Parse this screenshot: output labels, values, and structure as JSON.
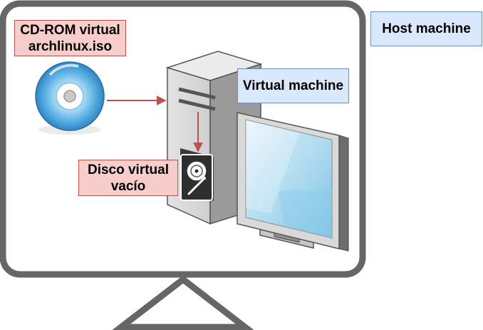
{
  "labels": {
    "host_machine": "Host machine",
    "virtual_machine": "Virtual machine",
    "cdrom": "CD-ROM virtual\narchlinux.iso",
    "disk": "Disco virtual\nvacío"
  },
  "colors": {
    "monitor_frame": "#666666",
    "red_label_fill": "#f8cecc",
    "red_label_stroke": "#b85450",
    "blue_label_fill": "#dae8fc",
    "blue_label_stroke": "#6c8ebf",
    "arrow": "#b85450"
  },
  "icons": {
    "host_monitor": "monitor-outline-icon",
    "cd": "cd-disc-icon",
    "tower": "pc-tower-icon",
    "screen": "pc-monitor-icon",
    "hard_disk": "hard-disk-icon"
  }
}
